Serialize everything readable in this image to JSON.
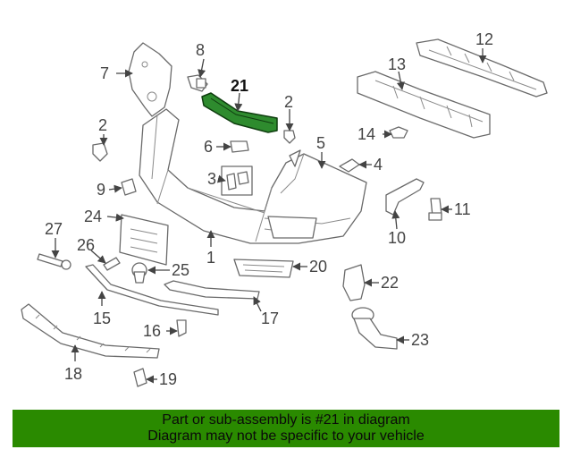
{
  "diagram": {
    "callouts": [
      {
        "id": "c1",
        "text": "1"
      },
      {
        "id": "c2a",
        "text": "2"
      },
      {
        "id": "c2b",
        "text": "2"
      },
      {
        "id": "c3",
        "text": "3"
      },
      {
        "id": "c4",
        "text": "4"
      },
      {
        "id": "c5",
        "text": "5"
      },
      {
        "id": "c6",
        "text": "6"
      },
      {
        "id": "c7",
        "text": "7"
      },
      {
        "id": "c8",
        "text": "8"
      },
      {
        "id": "c9",
        "text": "9"
      },
      {
        "id": "c10",
        "text": "10"
      },
      {
        "id": "c11",
        "text": "11"
      },
      {
        "id": "c12",
        "text": "12"
      },
      {
        "id": "c13",
        "text": "13"
      },
      {
        "id": "c14",
        "text": "14"
      },
      {
        "id": "c15",
        "text": "15"
      },
      {
        "id": "c16",
        "text": "16"
      },
      {
        "id": "c17",
        "text": "17"
      },
      {
        "id": "c18",
        "text": "18"
      },
      {
        "id": "c19",
        "text": "19"
      },
      {
        "id": "c20",
        "text": "20"
      },
      {
        "id": "c21",
        "text": "21"
      },
      {
        "id": "c22",
        "text": "22"
      },
      {
        "id": "c23",
        "text": "23"
      },
      {
        "id": "c24",
        "text": "24"
      },
      {
        "id": "c25",
        "text": "25"
      },
      {
        "id": "c26",
        "text": "26"
      },
      {
        "id": "c27",
        "text": "27"
      }
    ],
    "highlight_color": "#2e8b2e"
  },
  "banner": {
    "line1": "Part or sub-assembly is #21 in diagram",
    "line2": "Diagram may not be specific to your vehicle",
    "background": "#2a8a00"
  }
}
